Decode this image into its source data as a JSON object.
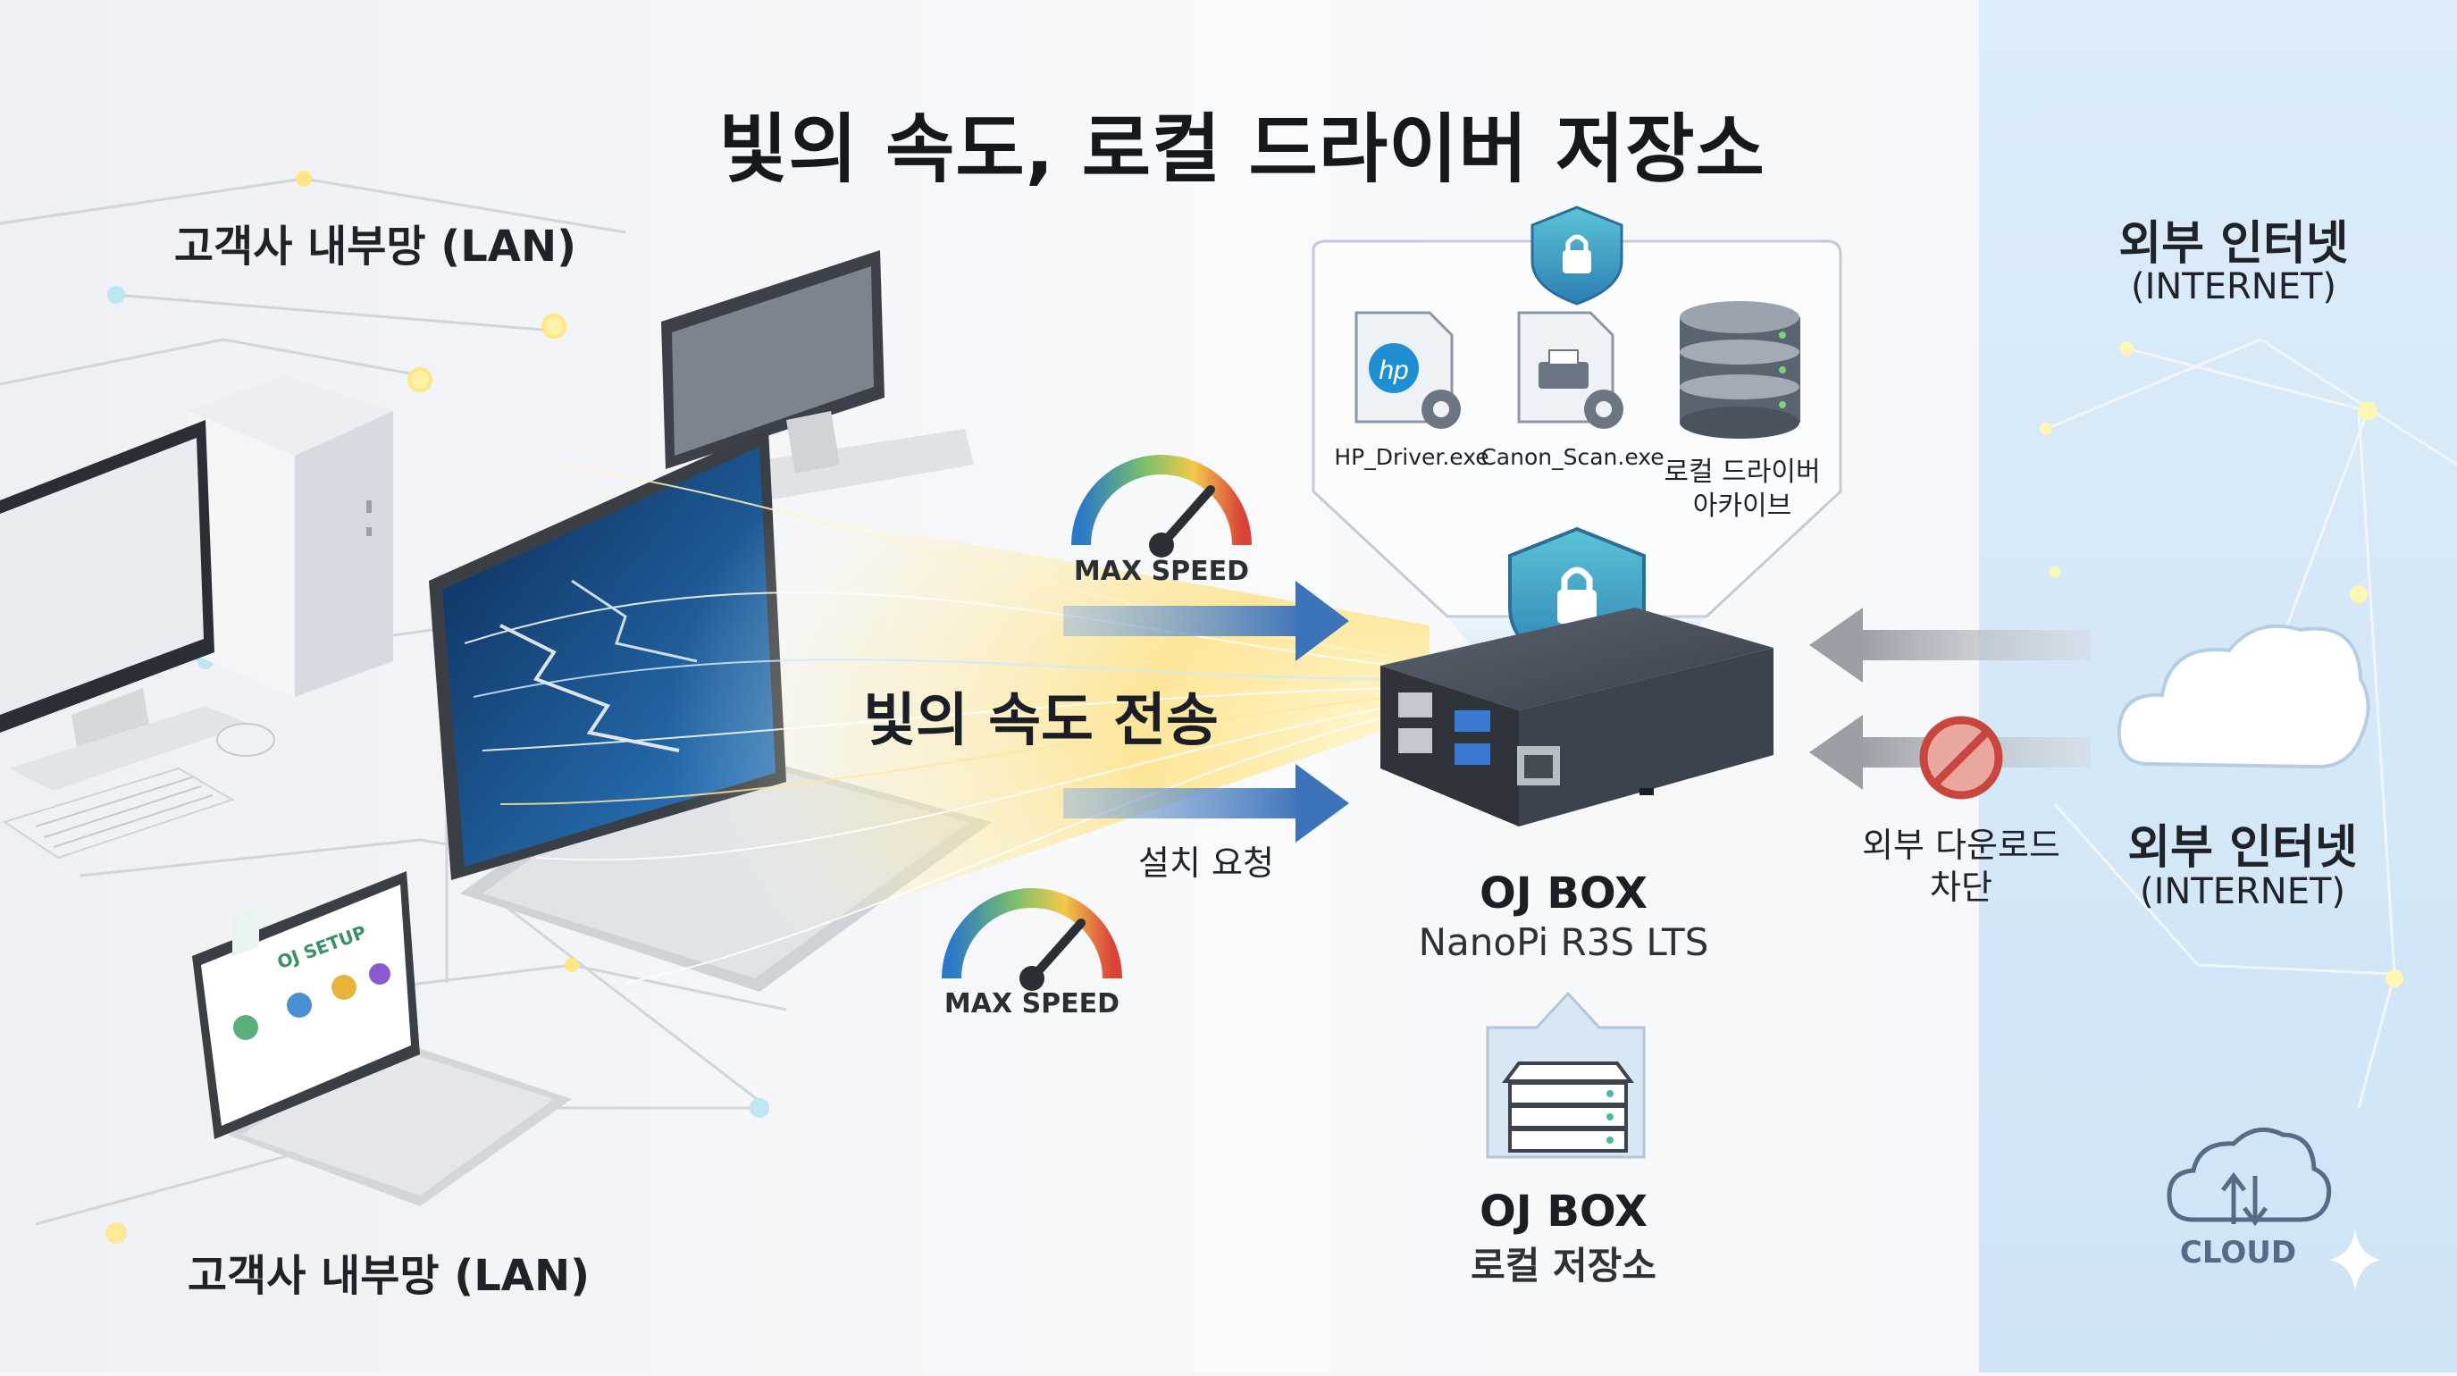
{
  "title": "빛의 속도, 로컬 드라이버 저장소",
  "lan": {
    "top_label": "고객사 내부망 (LAN)",
    "bottom_label": "고객사 내부망 (LAN)",
    "setup_screen_title": "OJ SETUP"
  },
  "transfer": {
    "speed_label_top": "MAX SPEED",
    "speed_label_bottom": "MAX SPEED",
    "flow_label": "빛의 속도 전송",
    "request_label": "설치 요청"
  },
  "archive": {
    "files": [
      {
        "name": "HP_Driver.exe",
        "icon": "hp-driver-file-icon"
      },
      {
        "name": "Canon_Scan.exe",
        "icon": "printer-file-icon"
      }
    ],
    "storage_label_line1": "로컬 드라이버",
    "storage_label_line2": "아카이브"
  },
  "device": {
    "name": "OJ BOX",
    "model": "NanoPi R3S LTS"
  },
  "local_storage": {
    "name": "OJ BOX",
    "label": "로컬 저장소"
  },
  "block": {
    "label_line1": "외부 다운로드",
    "label_line2": "차단"
  },
  "internet": {
    "top_ko": "외부 인터넷",
    "top_en": "(INTERNET)",
    "mid_ko": "외부 인터넷",
    "mid_en": "(INTERNET)",
    "cloud_label": "CLOUD"
  },
  "colors": {
    "internet_panel": "#d6e9f8",
    "arrow_blue": "#4a7fc0",
    "arrow_gray": "#a9adb3",
    "shield": "#3a9fbf",
    "block_red": "#c8463d",
    "beam_yellow": "#ffd24a"
  }
}
